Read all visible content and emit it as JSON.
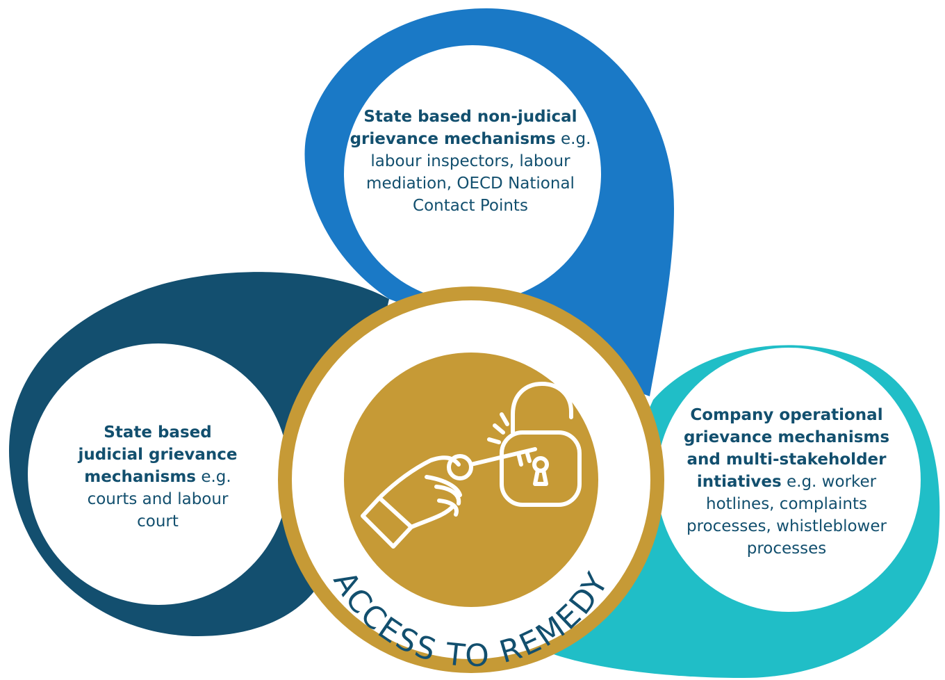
{
  "colors": {
    "top_bubble": "#1a79c6",
    "left_bubble": "#134f6f",
    "right_bubble": "#20bec7",
    "center_gold": "#c69a36",
    "text_navy": "#124f6e",
    "white": "#ffffff"
  },
  "center": {
    "label": "ACCESS TO REMEDY",
    "icon": "hand-key-unlock-padlock-icon"
  },
  "top": {
    "heading": "State based non-judical grievance mechanisms",
    "body": "e.g. labour inspectors, labour mediation, OECD National Contact Points"
  },
  "left": {
    "heading": "State based judicial grievance mechanisms",
    "body": "e.g. courts and labour court"
  },
  "right": {
    "heading": "Company operational grievance mechanisms and multi-stakeholder intiatives",
    "body": "e.g. worker hotlines, complaints processes, whistleblower processes"
  }
}
